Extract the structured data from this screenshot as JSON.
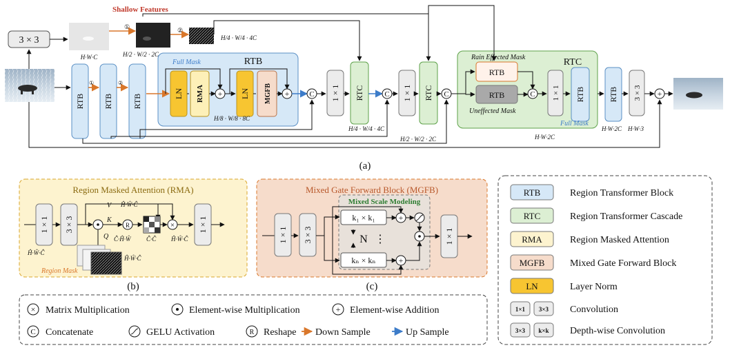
{
  "diagram_a": {
    "caption": "(a)",
    "conv3x3": "3 × 3",
    "conv1x1": "1 × 1",
    "shallow_features": "Shallow Features",
    "step1": "①",
    "step2": "②",
    "dim_hwc": "H·W·C",
    "dim_h2w2_2c": "H/2 · W/2 · 2C",
    "dim_h4w4_4c": "H/4 · W/4 · 4C",
    "dim_h8w8_8c": "H/8 · W/8 · 8C",
    "dim_hw2c": "H·W·2C",
    "dim_hw3": "H·W·3",
    "rtb": "RTB",
    "rtc": "RTC",
    "ln": "LN",
    "rma": "RMA",
    "mgfb": "MGFB",
    "concat": "C",
    "plus": "+",
    "full_mask": "Full Mask",
    "rain_effected_mask": "Rain Effected Mask",
    "uneffected_mask": "Uneffected Mask"
  },
  "diagram_b": {
    "title": "Region Masked Attention (RMA)",
    "caption": "(b)",
    "conv1x1": "1 × 1",
    "conv3x3": "3 × 3",
    "v": "V",
    "k": "K",
    "q": "Q",
    "r": "R",
    "dim_hwc": "Ĥ·Ŵ·Ĉ",
    "dim_chw": "Ĉ·Ĥ·Ŵ",
    "dim_cc": "Ĉ·Ĉ",
    "region_mask": "Region Mask"
  },
  "diagram_c": {
    "title": "Mixed Gate Forward Block (MGFB)",
    "caption": "(c)",
    "conv1x1": "1 × 1",
    "conv3x3": "3 × 3",
    "mixed_scale": "Mixed Scale Modeling",
    "k1": "k₁ × k₁",
    "kn": "kₙ × kₙ",
    "n": "N"
  },
  "legend": {
    "items": [
      {
        "tag": "RTB",
        "label": "Region Transformer Block",
        "color": "#d6e8f7"
      },
      {
        "tag": "RTC",
        "label": "Region Transformer Cascade",
        "color": "#dcefd3"
      },
      {
        "tag": "RMA",
        "label": "Region Masked Attention",
        "color": "#fdf3cf"
      },
      {
        "tag": "MGFB",
        "label": "Mixed Gate Forward Block",
        "color": "#f6dccb"
      },
      {
        "tag": "LN",
        "label": "Layer Norm",
        "color": "#f7c531"
      }
    ],
    "conv_label": "Convolution",
    "conv_a": "1×1",
    "conv_b": "3×3",
    "dw_label": "Depth-wise Convolution",
    "dw_a": "3×3",
    "dw_b": "k×k"
  },
  "ops": {
    "matmul": "Matrix Multiplication",
    "elemmul": "Element-wise Multiplication",
    "elemadd": "Element-wise Addition",
    "concat": "Concatenate",
    "gelu": "GELU Activation",
    "reshape": "Reshape",
    "down": "Down Sample",
    "up": "Up Sample"
  },
  "colors": {
    "down_arrow": "#d9772b",
    "up_arrow": "#3d7cc9",
    "rtb_fill": "#d6e8f7",
    "rtb_stroke": "#5a8fc4",
    "rtc_fill": "#dcefd3",
    "rtc_stroke": "#5ea24a",
    "ln_fill": "#f7c531",
    "rma_fill": "#fdf0b8",
    "mgfb_fill": "#f6dccb",
    "shallow_text": "#c0392b",
    "mask_text": "#d9772b",
    "mixed_text": "#2e7d32"
  }
}
